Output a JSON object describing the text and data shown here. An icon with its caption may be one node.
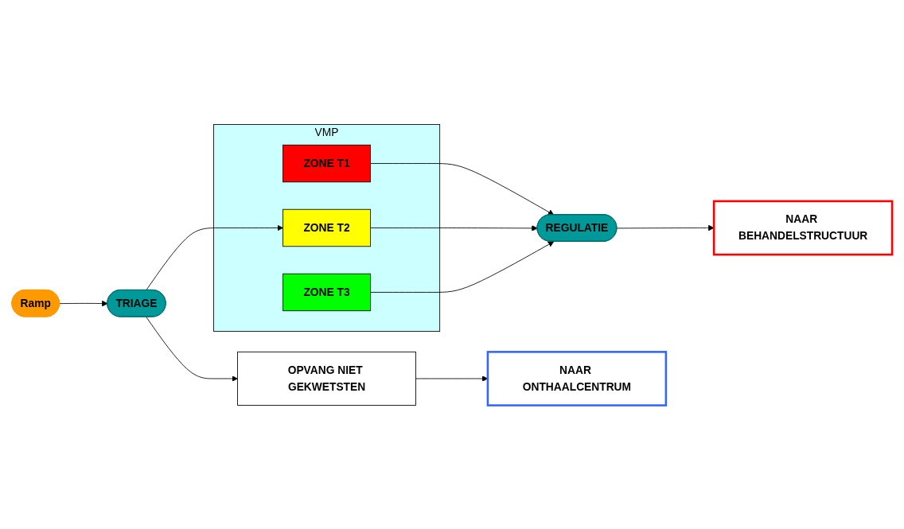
{
  "diagram": {
    "nodes": [
      {
        "text": [
          "Ramp"
        ]
      },
      {
        "text": [
          "VMP"
        ]
      },
      {
        "text": [
          "TRIAGE"
        ]
      },
      {
        "text": [
          "ZONE T1"
        ],
        "in": 1
      },
      {
        "text": [
          "ZONE T2"
        ],
        "in": 1
      },
      {
        "text": [
          "ZONE T3"
        ],
        "in": 1
      },
      {
        "text": [
          "REGULATIE"
        ]
      },
      {
        "text": [
          "OPVANG NIET GEKWETSTEN"
        ]
      },
      {
        "text": [
          "NAAR ONTHAALCENTRUM"
        ]
      },
      {
        "text": [
          "NAAR BEHANDELSTRUCTUUR"
        ]
      }
    ],
    "edges": [
      {
        "from": 0,
        "to": 2,
        "arrow": "to"
      },
      {
        "from": 2,
        "to": 4,
        "arrow": "to"
      },
      {
        "from": 3,
        "to": 6,
        "arrow": "to"
      },
      {
        "from": 4,
        "to": 6,
        "arrow": "to"
      },
      {
        "from": 5,
        "to": 6,
        "arrow": "to"
      },
      {
        "from": 2,
        "to": 7,
        "arrow": "to"
      },
      {
        "from": 7,
        "to": 8,
        "arrow": "to"
      },
      {
        "from": 6,
        "to": 9,
        "arrow": "to"
      }
    ]
  }
}
